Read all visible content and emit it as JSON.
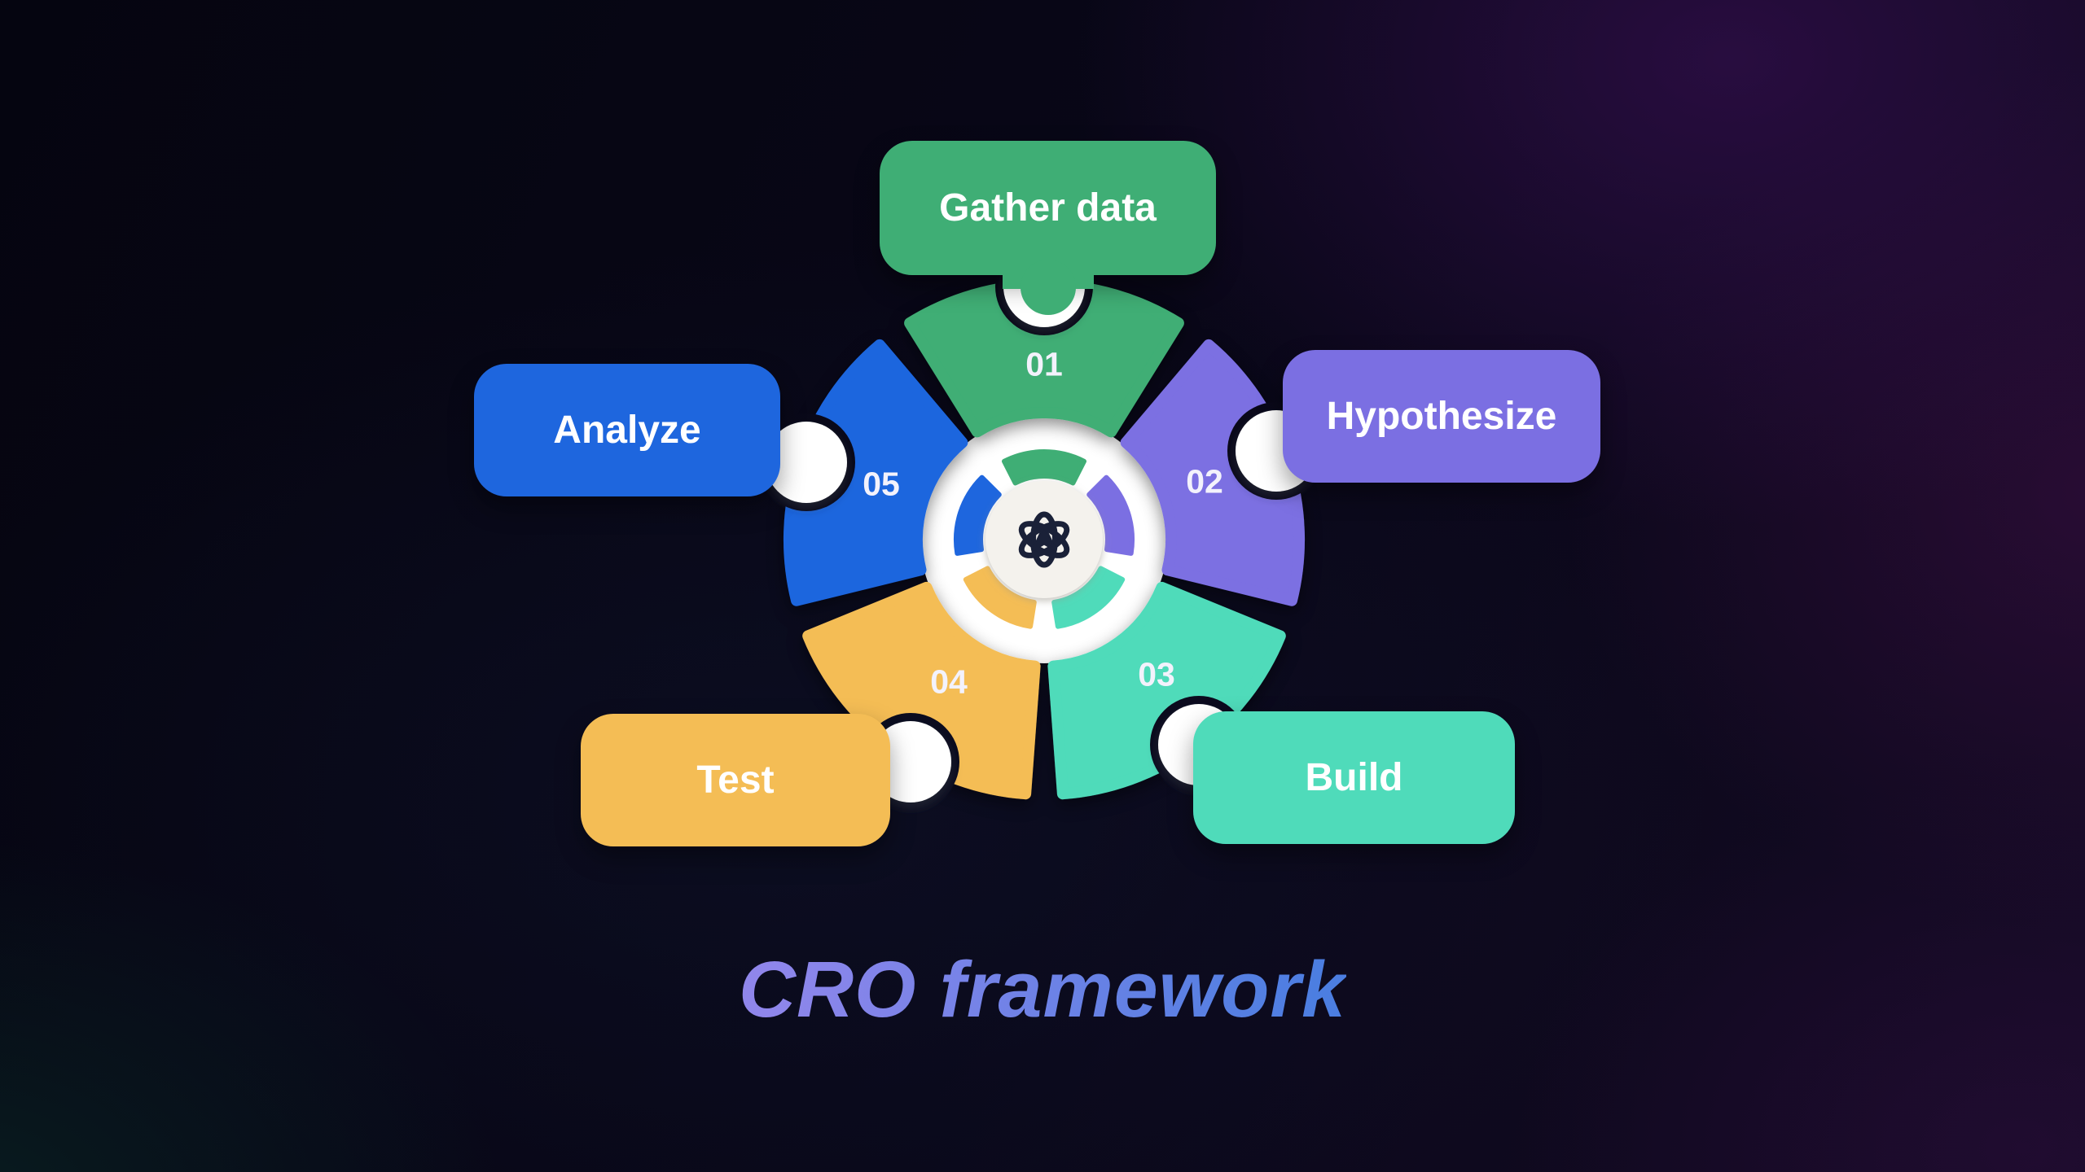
{
  "title": {
    "text": "CRO framework",
    "gradient_from": "#8F86EB",
    "gradient_to": "#4C7EE1"
  },
  "background": {
    "base": "#06060E",
    "glow_top_right": "rgba(58,16,86,0.62)",
    "glow_right": "rgba(66,14,72,0.48)",
    "glow_bottom_left": "rgba(10,46,42,0.55)"
  },
  "center": {
    "logo_icon": "atom-arrow-icon",
    "logo_color": "#1A2138",
    "disc_color": "#F4F2ED",
    "ring_color": "#FFFFFF"
  },
  "steps": [
    {
      "number": "01",
      "label": "Gather data",
      "color": "#3FAE75",
      "angle_deg": 90
    },
    {
      "number": "02",
      "label": "Hypothesize",
      "color": "#7B6FE2",
      "angle_deg": 18
    },
    {
      "number": "03",
      "label": "Build",
      "color": "#4FDBBA",
      "angle_deg": -54
    },
    {
      "number": "04",
      "label": "Test",
      "color": "#F4BD55",
      "angle_deg": -126
    },
    {
      "number": "05",
      "label": "Analyze",
      "color": "#1E66DE",
      "angle_deg": 162
    }
  ]
}
